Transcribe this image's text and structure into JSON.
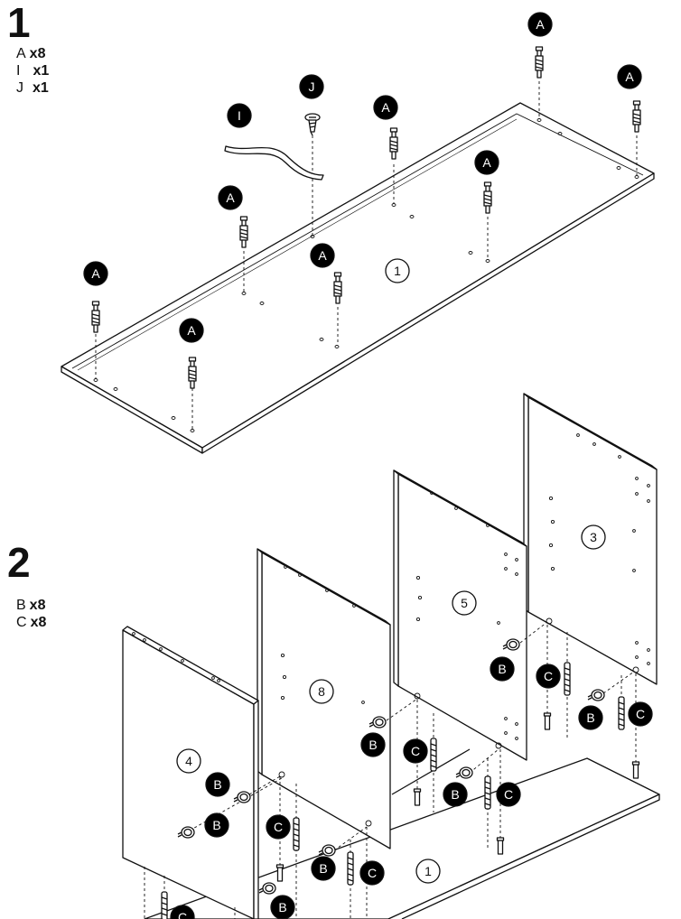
{
  "steps": [
    {
      "number": "1",
      "parts": [
        {
          "letter": "A",
          "qty": "x8"
        },
        {
          "letter": "I",
          "qty": "x1"
        },
        {
          "letter": "J",
          "qty": "x1"
        }
      ]
    },
    {
      "number": "2",
      "parts": [
        {
          "letter": "B",
          "qty": "x8"
        },
        {
          "letter": "C",
          "qty": "x8"
        }
      ]
    }
  ],
  "callouts": {
    "A": "A",
    "B": "B",
    "C": "C",
    "I": "I",
    "J": "J"
  },
  "panel_numbers": {
    "top_board": "1",
    "side_3": "3",
    "divider_5": "5",
    "divider_8": "8",
    "side_4": "4",
    "bottom_board": "1"
  },
  "colors": {
    "ink": "#111111",
    "callout_fill": "#000000",
    "paper": "#ffffff"
  }
}
